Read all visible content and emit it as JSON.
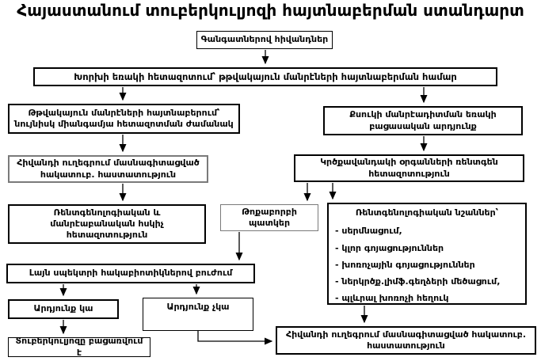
{
  "title": "Հայաստանում տուբերկուլյոզի հայտնաբերման ստանդարտ",
  "flow": {
    "complaints": "Գանգատներով հիվանդներ",
    "sputum_exam": "Խորխի եռակի հետազոտում՝ թթվակայուն մանրէների հայտնաբերման համար",
    "afb_found": "Թթվակայուն մանրէների հայտնաբերում՝\nնույնիսկ միանգամյա հետազոտման ժամանակ",
    "smear_negative": "Քսուկի մանրէադիտման եռակի\nբացասական արդյունք",
    "referral_tb": "Հիվանդի ուղեգրում մասնագիտացված\nհակատուբ. հաստատություն",
    "chest_xray": "Կրծքավանդակի օրգանների ռենտգեն\nհետազոտություն",
    "control_exam": "Ռենտգենոլոգիական և\nմանրէաբանական հսկիչ\nհետազոտություն",
    "pneumonia": "Թոքաբորբի\nպատկեր",
    "xray_signs": {
      "header": "Ռենտգենոլոգիական նշաններ՝",
      "items": [
        "- սերմնացում,",
        "- կլոր գոյացություններ",
        "- խոռոչային գոյացություններ",
        "- ներկրծք.լիմֆ.գեղձերի մեծացում,",
        "- պլևրալ խոռոչի հեղուկ"
      ]
    },
    "antibiotics": "Լայն սպեկտրի հակաբիոտիկներով բուժում",
    "result_yes": "Արդյունք կա",
    "result_no": "Արդյունք չկա",
    "tb_excluded": "Տուբերկուլյոզը բացառվում է",
    "referral_tb_final": "Հիվանդի ուղեգրում մասնագիտացված հակատուբ.\nհաստատություն"
  },
  "colors": {
    "text": "#000000",
    "border": "#000000",
    "border_gray": "#7a7a7a",
    "background": "#ffffff"
  }
}
